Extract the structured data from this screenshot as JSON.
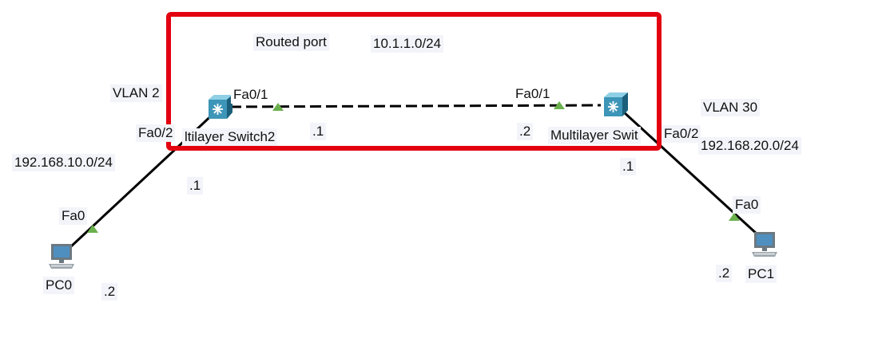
{
  "colors": {
    "highlight_box": "#e3000f",
    "link": "#000000",
    "port_up": "#6ab04c",
    "switch_body": "#2a7ea1",
    "pc_screen": "#4f8fbf"
  },
  "highlight_box": {
    "color": "red"
  },
  "labels": {
    "routed_port": "Routed port",
    "routed_subnet": "10.1.1.0/24",
    "left_vlan": "VLAN 2",
    "right_vlan": "VLAN 30",
    "left_subnet": "192.168.10.0/24",
    "right_subnet": "192.168.20.0/24",
    "switch2_host": ".1",
    "switch1_host": ".2",
    "switch2_lan_host": ".1",
    "switch1_lan_host": ".1",
    "pc0_host": ".2",
    "pc1_host": ".2"
  },
  "devices": {
    "switch2": {
      "name": "ltilayer Switch2",
      "icon": "multilayer-switch-icon"
    },
    "switch1": {
      "name": "Multilayer Swit",
      "icon": "multilayer-switch-icon"
    },
    "pc0": {
      "name": "PC0",
      "icon": "pc-icon"
    },
    "pc1": {
      "name": "PC1",
      "icon": "pc-icon"
    }
  },
  "ports": {
    "sw2_fa01": "Fa0/1",
    "sw2_fa02": "Fa0/2",
    "sw1_fa01": "Fa0/1",
    "sw1_fa02": "Fa0/2",
    "pc0_fa0": "Fa0",
    "pc1_fa0": "Fa0"
  }
}
